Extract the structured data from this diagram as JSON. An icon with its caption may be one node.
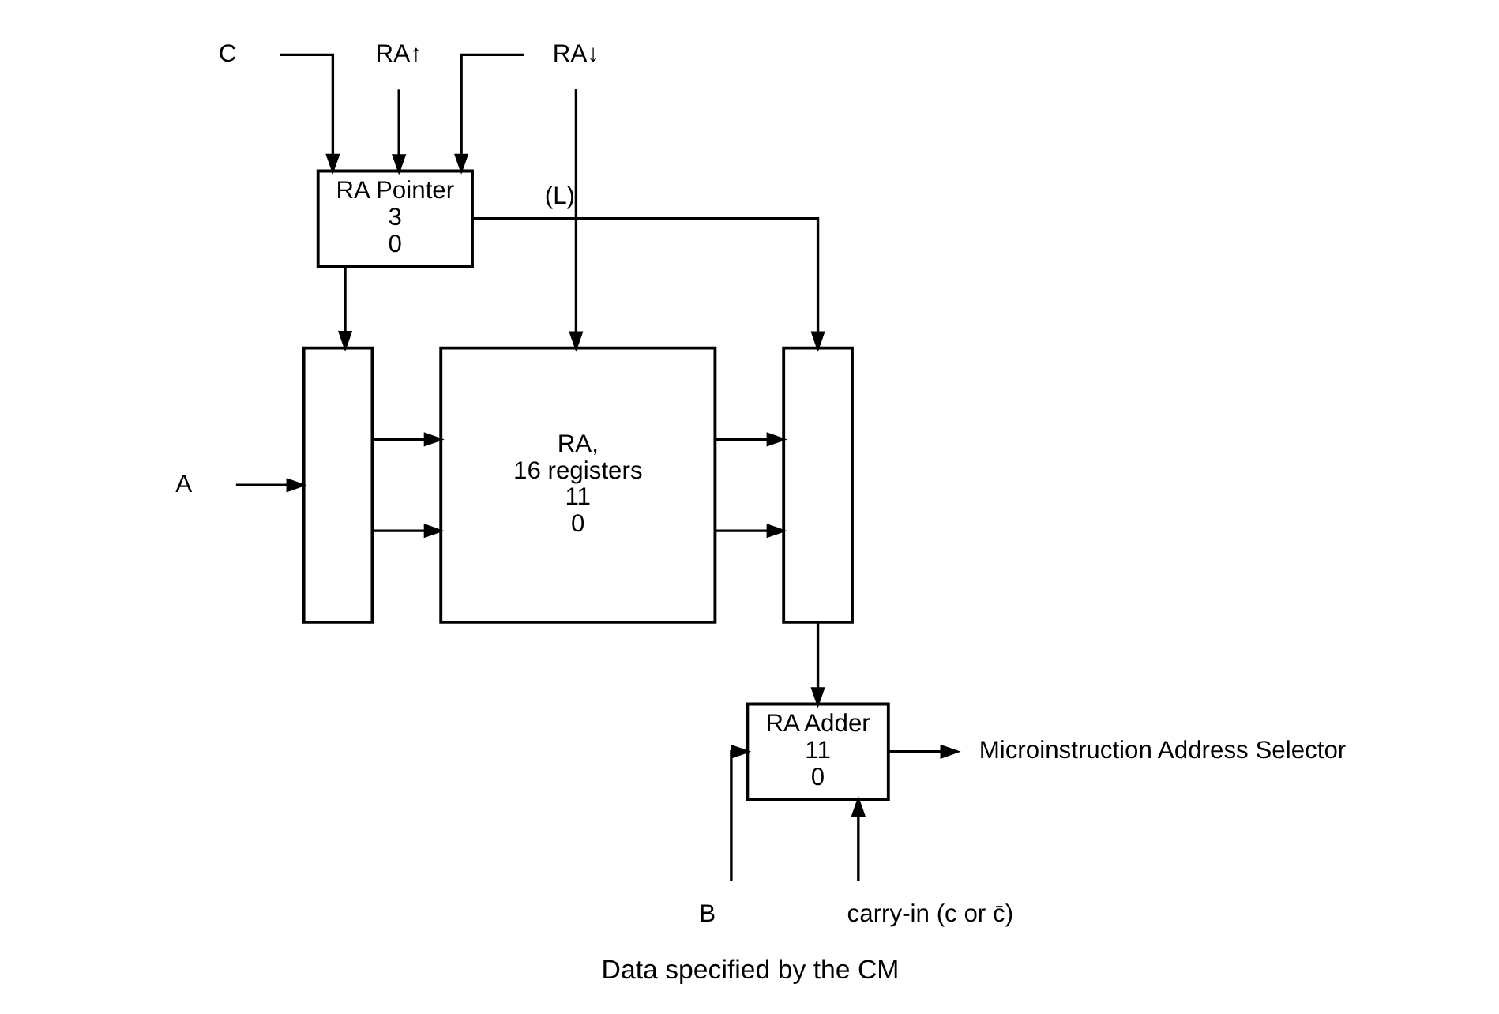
{
  "diagram": {
    "caption": "Data specified by the CM",
    "nodes": [
      {
        "text": [
          "RA↑"
        ]
      },
      {
        "text": [
          "C"
        ]
      },
      {
        "text": [
          "RA↓"
        ]
      },
      {
        "text": [
          "RA Pointer",
          "3",
          "0"
        ]
      },
      {
        "text": [
          "A"
        ]
      },
      {
        "text": [],
        "shape": "box"
      },
      {
        "text": [
          "RA,",
          "16 registers",
          "11",
          "0"
        ]
      },
      {
        "text": [],
        "shape": "box"
      },
      {
        "text": [
          "RA Adder",
          "11",
          "0"
        ]
      },
      {
        "text": [
          "Microinstruction Address Selector"
        ]
      },
      {
        "text": [
          "B"
        ]
      },
      {
        "text": [
          "carry-in (c or c̄)"
        ]
      }
    ],
    "edges": [
      {
        "from": 1,
        "to": 3,
        "arrow": "to"
      },
      {
        "from": 0,
        "to": 3,
        "arrow": "to"
      },
      {
        "from": 2,
        "to": 3,
        "arrow": "to"
      },
      {
        "from": 2,
        "to": 6,
        "arrow": "to",
        "label": "(L)"
      },
      {
        "from": 3,
        "to": 5,
        "arrow": "to"
      },
      {
        "from": 3,
        "to": 7,
        "arrow": "to"
      },
      {
        "from": 4,
        "to": 5,
        "arrow": "to"
      },
      {
        "from": 5,
        "to": 6,
        "arrow": "to"
      },
      {
        "from": 5,
        "to": 6,
        "arrow": "to"
      },
      {
        "from": 6,
        "to": 7,
        "arrow": "to"
      },
      {
        "from": 6,
        "to": 7,
        "arrow": "to"
      },
      {
        "from": 7,
        "to": 8,
        "arrow": "to"
      },
      {
        "from": 8,
        "to": 9,
        "arrow": "to"
      },
      {
        "from": 10,
        "to": 8,
        "arrow": "to"
      },
      {
        "from": 11,
        "to": 8,
        "arrow": "to"
      }
    ]
  }
}
